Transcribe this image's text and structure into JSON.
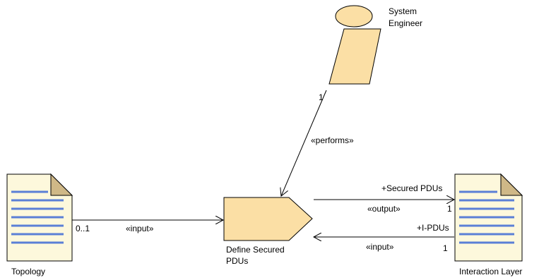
{
  "role": {
    "name_line1": "System",
    "name_line2": "Engineer"
  },
  "task": {
    "name_line1": "Define Secured",
    "name_line2": "PDUs"
  },
  "artifacts": {
    "left": {
      "name": "Topology"
    },
    "right": {
      "name": "Interaction Layer"
    }
  },
  "associations": {
    "performs": {
      "stereotype": "«performs»",
      "multiplicity": "1"
    },
    "topology_input": {
      "stereotype": "«input»",
      "multiplicity": "0..1"
    },
    "secured_output": {
      "role": "+Secured PDUs",
      "stereotype": "«output»",
      "multiplicity": "1"
    },
    "ipdu_input": {
      "role": "+I-PDUs",
      "stereotype": "«input»",
      "multiplicity": "1"
    }
  },
  "colors": {
    "element_fill": "#fbdfa5",
    "doc_fill": "#fdf8dc",
    "doc_fold": "#cfb887",
    "doc_lines": "#5b7fd6",
    "stroke": "#000000"
  }
}
